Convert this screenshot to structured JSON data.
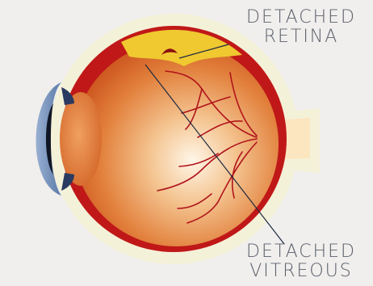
{
  "labels": {
    "retina": {
      "line1": "DETACHED",
      "line2": "RETINA"
    },
    "vitreous": {
      "line1": "DETACHED",
      "line2": "VITREOUS"
    }
  },
  "colors": {
    "background": "#f0efed",
    "sclera": "#f4f1d9",
    "choroid": "#c01818",
    "vitreous_center": "#fff6e8",
    "vitreous_edge": "#d05820",
    "lens": "#e27a3a",
    "cornea": "#7e98c0",
    "retina_detached": "#f0c830",
    "vessels": "#b0141c",
    "leader_lines": "#1e2a40",
    "label_text": "#5a5f6a"
  }
}
